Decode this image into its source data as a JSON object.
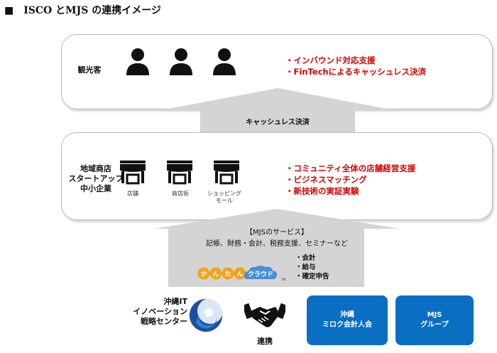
{
  "title": "■　ISCO とMJS の連携イメージ",
  "tourists": {
    "label": "観光客",
    "points": [
      "・インバウンド対応支援",
      "・FinTechによるキャッシュレス決済"
    ]
  },
  "arrow_top": "キャッシュレス決済",
  "business": {
    "label_lines": [
      "地域商店",
      "スタートアップ",
      "中小企業"
    ],
    "shops": [
      {
        "label": "店舗"
      },
      {
        "label": "商店街"
      },
      {
        "label": "ショッピング\nモール"
      }
    ],
    "points": [
      "・コミュニティ全体の店舗経営支援",
      "・ビジネスマッチング",
      "・新技術の実証実験"
    ]
  },
  "services": {
    "heading": "【MJSのサービス】",
    "line": "記帳、財務・会計、税務支援、セミナーなど",
    "logo_text": [
      "か",
      "ん",
      "た",
      "ん",
      "クラウド"
    ],
    "logo_sup": "TM",
    "items": [
      "・会計",
      "・給与",
      "・確定申告"
    ]
  },
  "bottom": {
    "isco_lines": [
      "沖縄IT",
      "イノベーション",
      "戦略センター"
    ],
    "link_label": "連携",
    "box1_lines": [
      "沖縄",
      "ミロク会計人会"
    ],
    "box2_lines": [
      "MJS",
      "グループ"
    ]
  },
  "colors": {
    "accent_red": "#d40000",
    "blue": "#0a6fc2",
    "arrow_gray": "#d4d4d4"
  }
}
